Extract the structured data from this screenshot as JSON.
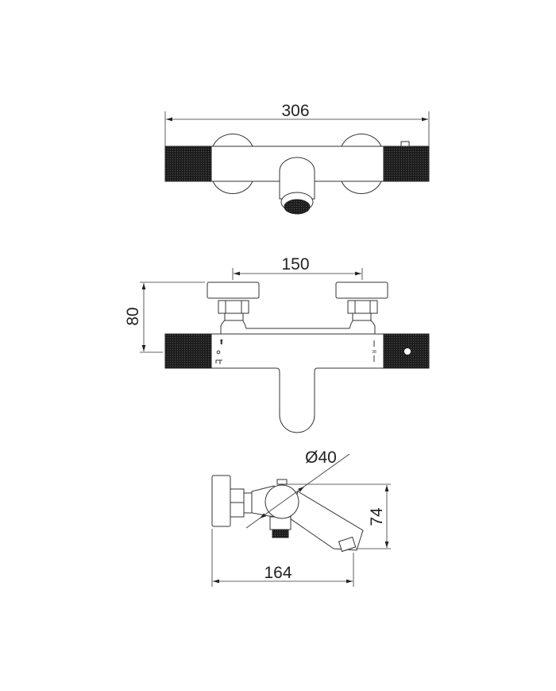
{
  "drawing": {
    "top_view": {
      "width_dimension": "306"
    },
    "front_view": {
      "inlet_spacing_dimension": "150",
      "depth_dimension": "80",
      "scale_marking": "38"
    },
    "side_view": {
      "diameter_dimension": "Ø40",
      "height_dimension": "74",
      "projection_dimension": "164"
    }
  },
  "colors": {
    "line": "#333333",
    "knurl": "#1a1a1a",
    "background": "#ffffff"
  }
}
